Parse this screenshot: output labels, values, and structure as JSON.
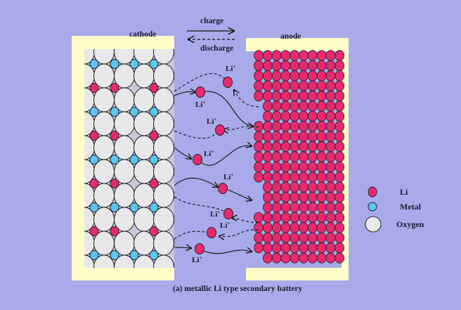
{
  "labels": {
    "cathode": "cathode",
    "anode": "anode",
    "charge": "charge",
    "discharge": "discharge",
    "caption": "(a) metallic Li type secondary battery"
  },
  "ion_label": "Li",
  "ion_charge": "+",
  "legend": [
    {
      "label": "Li",
      "color": "#e8296f"
    },
    {
      "label": "Metal",
      "color": "#5bc6ef"
    },
    {
      "label": "Oxygen",
      "color": "#e8e8ea"
    }
  ],
  "colors": {
    "background": "#a9aae9",
    "electrode_frame": "#fffdc8",
    "li": "#e8296f",
    "metal": "#5bc6ef",
    "oxygen": "#e8e8ea"
  }
}
